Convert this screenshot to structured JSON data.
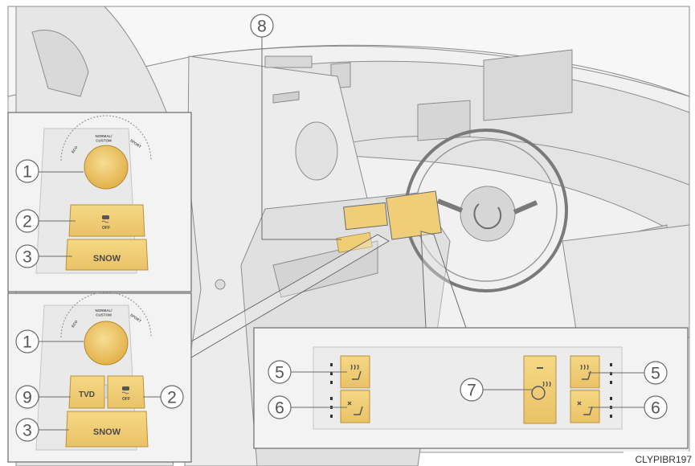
{
  "figure_code": "CLYPIBR197",
  "callouts": {
    "c1": "1",
    "c2": "2",
    "c3": "3",
    "c5": "5",
    "c6": "6",
    "c7": "7",
    "c8": "8",
    "c9": "9"
  },
  "panel_top": {
    "dial_label_center": "NORMAL/",
    "dial_label_center_2": "CUSTOM",
    "dial_label_left": "ECO",
    "dial_label_right": "SPORT",
    "vsc_off": "OFF",
    "snow": "SNOW"
  },
  "panel_bottom": {
    "dial_label_center": "NORMAL/",
    "dial_label_center_2": "CUSTOM",
    "dial_label_left": "ECO",
    "dial_label_right": "SPORT",
    "tvd": "TVD",
    "vsc_off": "OFF",
    "snow": "SNOW"
  },
  "colors": {
    "button_yellow": "#f3d27a",
    "button_yellow_dark": "#e2b44d",
    "line_gray": "#6b6b6b",
    "panel_bg": "#f4f4f4"
  }
}
